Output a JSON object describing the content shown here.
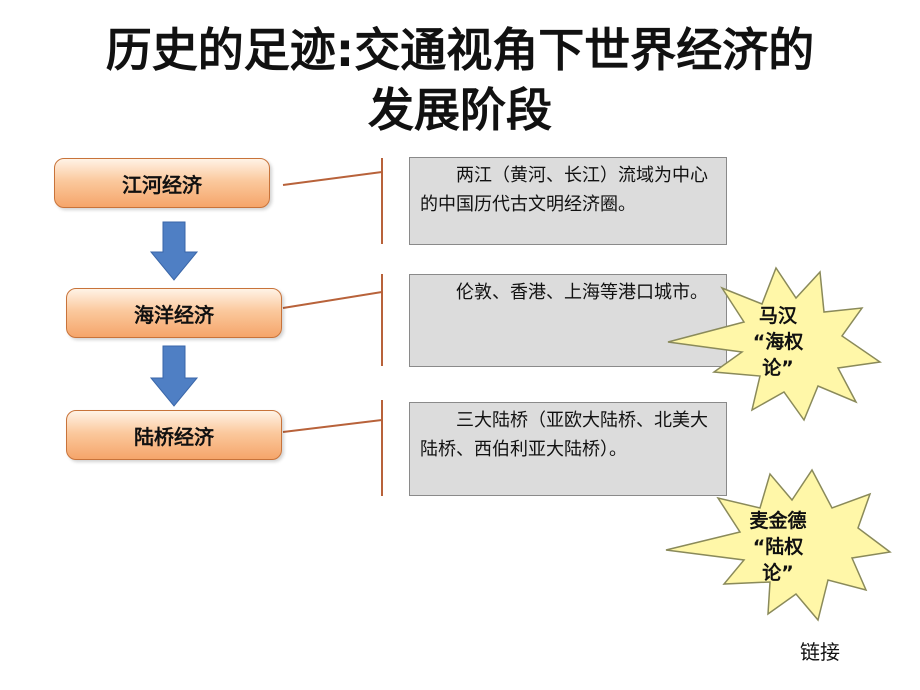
{
  "title": {
    "line1": "历史的足迹:交通视角下世界经济的",
    "line2": "发展阶段"
  },
  "stages": [
    {
      "label": "江河经济",
      "description": "两江（黄河、长江）流域为中心的中国历代古文明经济圈。"
    },
    {
      "label": "海洋经济",
      "description": "伦敦、香港、上海等港口城市。"
    },
    {
      "label": "陆桥经济",
      "description": "三大陆桥（亚欧大陆桥、北美大陆桥、西伯利亚大陆桥）。"
    }
  ],
  "bursts": [
    {
      "line1": "马汉",
      "line2": "“海权",
      "line3": "论”"
    },
    {
      "line1": "麦金德",
      "line2": "“陆权",
      "line3": "论”"
    }
  ],
  "link_text": "链接",
  "colors": {
    "arrow": "#4f7fc4",
    "connector": "#b8623a",
    "burst_fill": "#fff7a8",
    "burst_stroke": "#8a8a5a"
  }
}
